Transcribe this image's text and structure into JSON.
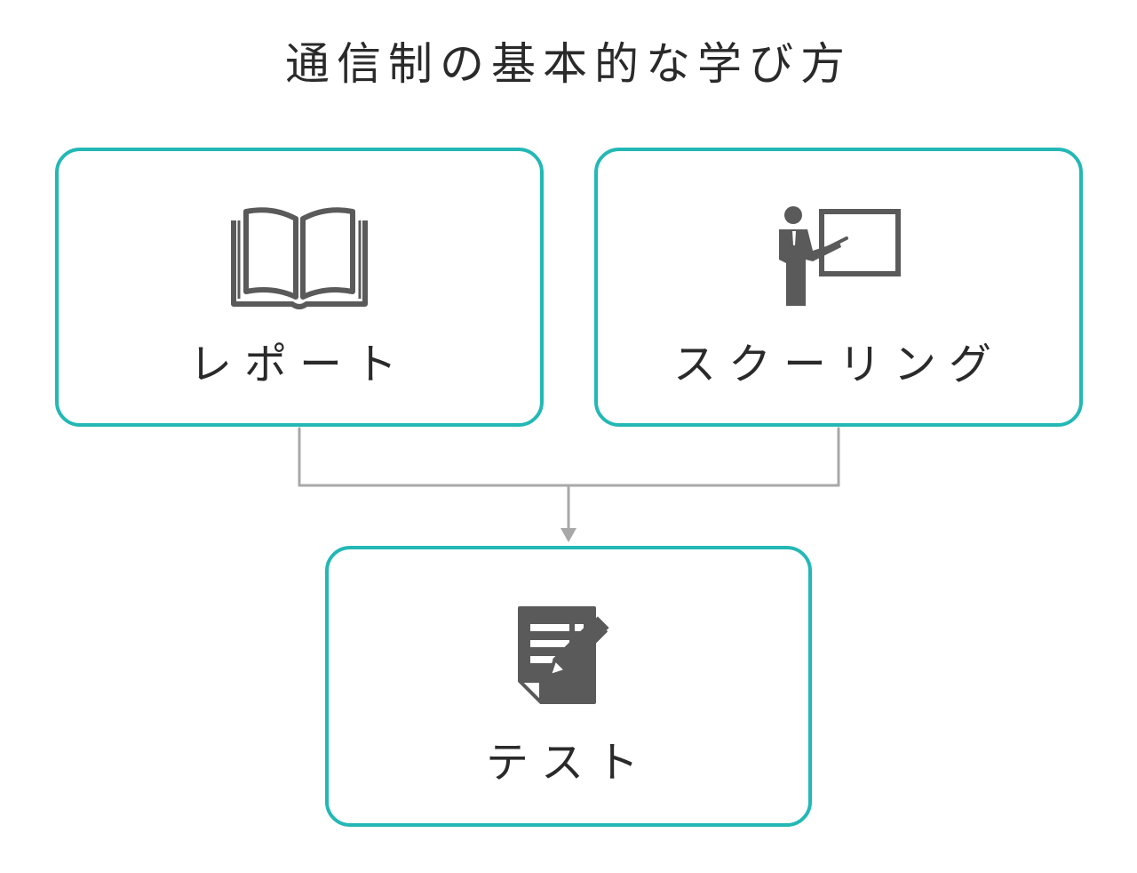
{
  "title": "通信制の基本的な学び方",
  "boxes": {
    "report": {
      "label": "レポート",
      "icon": "open-book-icon"
    },
    "schooling": {
      "label": "スクーリング",
      "icon": "teacher-whiteboard-icon"
    },
    "test": {
      "label": "テスト",
      "icon": "test-paper-pencil-icon"
    }
  },
  "colors": {
    "box_border": "#23b8b5",
    "connector": "#a8a8a8",
    "icon": "#5a5a5a",
    "text": "#2a2a2a"
  }
}
